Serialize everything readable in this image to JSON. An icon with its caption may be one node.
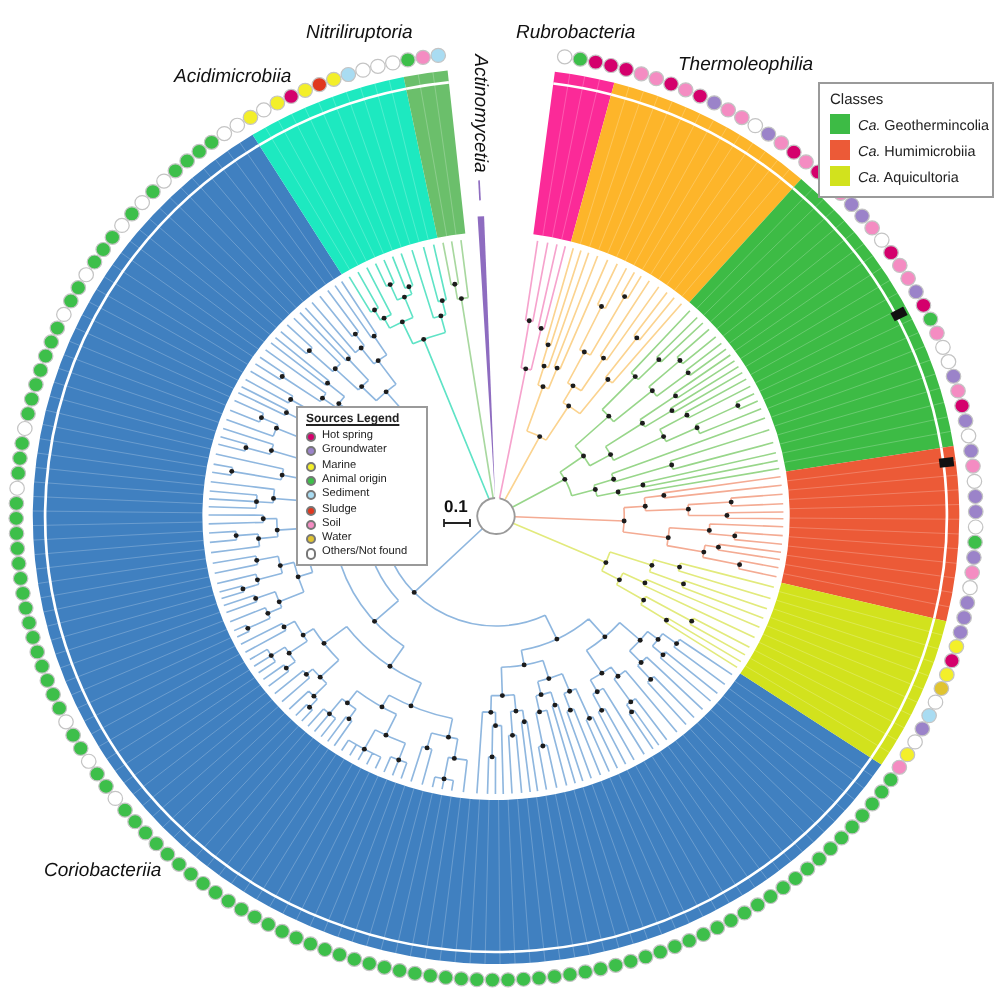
{
  "diagram": {
    "labels": [
      "Nitriliruptoria",
      "Rubrobacteria",
      "Actinomycetia",
      "Thermoleophilia",
      "Acidimicrobiia",
      "Classes",
      "Sources Legend",
      "0.1",
      "Coriobacteriia"
    ],
    "legend": [
      {
        "text": "*Ca.* Geothermincolia",
        "color": "#3dbb45"
      },
      {
        "text": "*Ca.* Humimicrobiia",
        "color": "#ec5a37"
      },
      {
        "text": "*Ca.* Aquicultoria",
        "color": "#d2e21d"
      },
      {
        "text": "Hot spring",
        "color": "#d4006c"
      },
      {
        "text": "Groundwater",
        "color": "#9b83c9"
      },
      {
        "text": "Marine",
        "color": "#f3ef2a"
      },
      {
        "text": "Animal origin",
        "color": "#3dbf4a"
      },
      {
        "text": "Sediment",
        "color": "#a9dcf2"
      },
      {
        "text": "Sludge",
        "color": "#e0381f"
      },
      {
        "text": "Soil",
        "color": "#f48cc2"
      },
      {
        "text": "Water",
        "color": "#e0c431"
      },
      {
        "text": "Others/Not found",
        "color": "#ffffff"
      }
    ]
  }
}
